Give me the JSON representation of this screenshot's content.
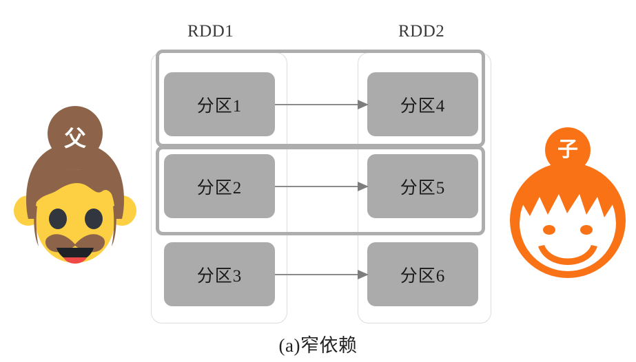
{
  "diagram": {
    "caption": "(a)窄依赖",
    "columns": [
      {
        "id": "rdd1",
        "label": "RDD1"
      },
      {
        "id": "rdd2",
        "label": "RDD2"
      }
    ],
    "partitions": {
      "left": [
        "分区1",
        "分区2",
        "分区3"
      ],
      "right": [
        "分区4",
        "分区5",
        "分区6"
      ]
    },
    "arrows": [
      {
        "from": "分区1",
        "to": "分区4"
      },
      {
        "from": "分区2",
        "to": "分区5"
      },
      {
        "from": "分区3",
        "to": "分区6"
      }
    ],
    "figures": {
      "father": {
        "char": "父",
        "icon": "man-with-bun-emoji"
      },
      "child": {
        "char": "子",
        "icon": "child-face-emoji"
      }
    },
    "colors": {
      "partition_fill": "#ababab",
      "row_frame_border": "#adadad",
      "column_frame_border": "#dcdcdc",
      "arrow": "#8b8b8b",
      "father_hair": "#8d6449",
      "father_skin": "#fcd042",
      "child_orange": "#f97316",
      "text": "#222222"
    }
  }
}
